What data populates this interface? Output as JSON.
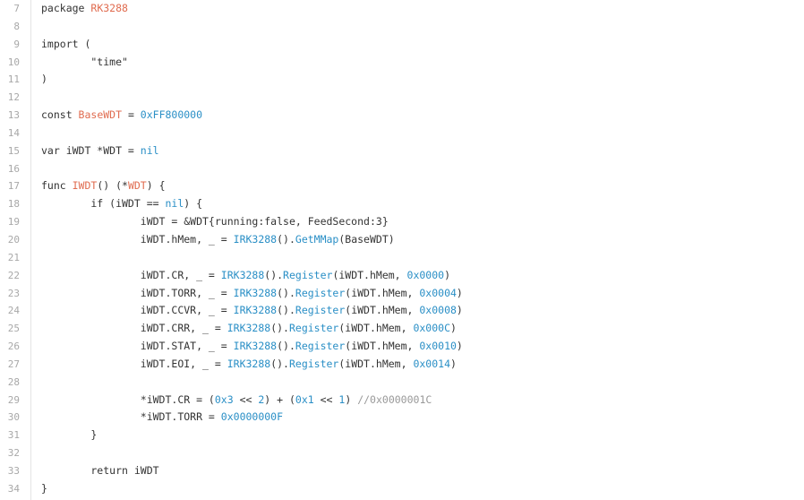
{
  "editor": {
    "lines": [
      {
        "num": "7",
        "tokens": [
          {
            "t": "package ",
            "c": "dark"
          },
          {
            "t": "RK3288",
            "c": "red"
          }
        ]
      },
      {
        "num": "8",
        "tokens": []
      },
      {
        "num": "9",
        "tokens": [
          {
            "t": "import (",
            "c": "dark"
          }
        ]
      },
      {
        "num": "10",
        "tokens": [
          {
            "t": "        \"time\"",
            "c": "dark"
          }
        ]
      },
      {
        "num": "11",
        "tokens": [
          {
            "t": ")",
            "c": "dark"
          }
        ]
      },
      {
        "num": "12",
        "tokens": []
      },
      {
        "num": "13",
        "tokens": [
          {
            "t": "const ",
            "c": "dark"
          },
          {
            "t": "BaseWDT",
            "c": "red"
          },
          {
            "t": " = ",
            "c": "dark"
          },
          {
            "t": "0xFF800000",
            "c": "blue"
          }
        ]
      },
      {
        "num": "14",
        "tokens": []
      },
      {
        "num": "15",
        "tokens": [
          {
            "t": "var iWDT *WDT = ",
            "c": "dark"
          },
          {
            "t": "nil",
            "c": "blue"
          }
        ]
      },
      {
        "num": "16",
        "tokens": []
      },
      {
        "num": "17",
        "tokens": [
          {
            "t": "func ",
            "c": "dark"
          },
          {
            "t": "IWDT",
            "c": "red"
          },
          {
            "t": "() (*",
            "c": "dark"
          },
          {
            "t": "WDT",
            "c": "red"
          },
          {
            "t": ") {",
            "c": "dark"
          }
        ]
      },
      {
        "num": "18",
        "tokens": [
          {
            "t": "        if (iWDT == ",
            "c": "dark"
          },
          {
            "t": "nil",
            "c": "blue"
          },
          {
            "t": ") {",
            "c": "dark"
          }
        ]
      },
      {
        "num": "19",
        "tokens": [
          {
            "t": "                iWDT = &WDT{running:",
            "c": "dark"
          },
          {
            "t": "false",
            "c": "dark"
          },
          {
            "t": ", FeedSecond:",
            "c": "dark"
          },
          {
            "t": "3",
            "c": "dark"
          },
          {
            "t": "}",
            "c": "dark"
          }
        ]
      },
      {
        "num": "20",
        "tokens": [
          {
            "t": "                iWDT.hMem, _ = ",
            "c": "dark"
          },
          {
            "t": "IRK3288",
            "c": "blue"
          },
          {
            "t": "().",
            "c": "dark"
          },
          {
            "t": "GetMMap",
            "c": "blue"
          },
          {
            "t": "(BaseWDT)",
            "c": "dark"
          }
        ]
      },
      {
        "num": "21",
        "tokens": []
      },
      {
        "num": "22",
        "tokens": [
          {
            "t": "                iWDT.CR, _ = ",
            "c": "dark"
          },
          {
            "t": "IRK3288",
            "c": "blue"
          },
          {
            "t": "().",
            "c": "dark"
          },
          {
            "t": "Register",
            "c": "blue"
          },
          {
            "t": "(iWDT.hMem, ",
            "c": "dark"
          },
          {
            "t": "0x0000",
            "c": "blue"
          },
          {
            "t": ")",
            "c": "dark"
          }
        ]
      },
      {
        "num": "23",
        "tokens": [
          {
            "t": "                iWDT.TORR, _ = ",
            "c": "dark"
          },
          {
            "t": "IRK3288",
            "c": "blue"
          },
          {
            "t": "().",
            "c": "dark"
          },
          {
            "t": "Register",
            "c": "blue"
          },
          {
            "t": "(iWDT.hMem, ",
            "c": "dark"
          },
          {
            "t": "0x0004",
            "c": "blue"
          },
          {
            "t": ")",
            "c": "dark"
          }
        ]
      },
      {
        "num": "24",
        "tokens": [
          {
            "t": "                iWDT.CCVR, _ = ",
            "c": "dark"
          },
          {
            "t": "IRK3288",
            "c": "blue"
          },
          {
            "t": "().",
            "c": "dark"
          },
          {
            "t": "Register",
            "c": "blue"
          },
          {
            "t": "(iWDT.hMem, ",
            "c": "dark"
          },
          {
            "t": "0x0008",
            "c": "blue"
          },
          {
            "t": ")",
            "c": "dark"
          }
        ]
      },
      {
        "num": "25",
        "tokens": [
          {
            "t": "                iWDT.CRR, _ = ",
            "c": "dark"
          },
          {
            "t": "IRK3288",
            "c": "blue"
          },
          {
            "t": "().",
            "c": "dark"
          },
          {
            "t": "Register",
            "c": "blue"
          },
          {
            "t": "(iWDT.hMem, ",
            "c": "dark"
          },
          {
            "t": "0x000C",
            "c": "blue"
          },
          {
            "t": ")",
            "c": "dark"
          }
        ]
      },
      {
        "num": "26",
        "tokens": [
          {
            "t": "                iWDT.STAT, _ = ",
            "c": "dark"
          },
          {
            "t": "IRK3288",
            "c": "blue"
          },
          {
            "t": "().",
            "c": "dark"
          },
          {
            "t": "Register",
            "c": "blue"
          },
          {
            "t": "(iWDT.hMem, ",
            "c": "dark"
          },
          {
            "t": "0x0010",
            "c": "blue"
          },
          {
            "t": ")",
            "c": "dark"
          }
        ]
      },
      {
        "num": "27",
        "tokens": [
          {
            "t": "                iWDT.EOI, _ = ",
            "c": "dark"
          },
          {
            "t": "IRK3288",
            "c": "blue"
          },
          {
            "t": "().",
            "c": "dark"
          },
          {
            "t": "Register",
            "c": "blue"
          },
          {
            "t": "(iWDT.hMem, ",
            "c": "dark"
          },
          {
            "t": "0x0014",
            "c": "blue"
          },
          {
            "t": ")",
            "c": "dark"
          }
        ]
      },
      {
        "num": "28",
        "tokens": []
      },
      {
        "num": "29",
        "tokens": [
          {
            "t": "                *iWDT.CR = (",
            "c": "dark"
          },
          {
            "t": "0x3",
            "c": "blue"
          },
          {
            "t": " << ",
            "c": "dark"
          },
          {
            "t": "2",
            "c": "blue"
          },
          {
            "t": ") + (",
            "c": "dark"
          },
          {
            "t": "0x1",
            "c": "blue"
          },
          {
            "t": " << ",
            "c": "dark"
          },
          {
            "t": "1",
            "c": "blue"
          },
          {
            "t": ") ",
            "c": "dark"
          },
          {
            "t": "//0x0000001C",
            "c": "gray"
          }
        ]
      },
      {
        "num": "30",
        "tokens": [
          {
            "t": "                *iWDT.TORR = ",
            "c": "dark"
          },
          {
            "t": "0x0000000F",
            "c": "blue"
          }
        ]
      },
      {
        "num": "31",
        "tokens": [
          {
            "t": "        }",
            "c": "dark"
          }
        ]
      },
      {
        "num": "32",
        "tokens": []
      },
      {
        "num": "33",
        "tokens": [
          {
            "t": "        return iWDT",
            "c": "dark"
          }
        ]
      },
      {
        "num": "34",
        "tokens": [
          {
            "t": "}",
            "c": "dark"
          }
        ]
      }
    ]
  },
  "colors": {
    "keyword": "#333333",
    "identifier_red": "#e06c50",
    "literal_blue": "#2a8fc6",
    "comment": "#999999",
    "line_number": "#a8a8a8",
    "gutter_border": "#e4e4e4"
  }
}
